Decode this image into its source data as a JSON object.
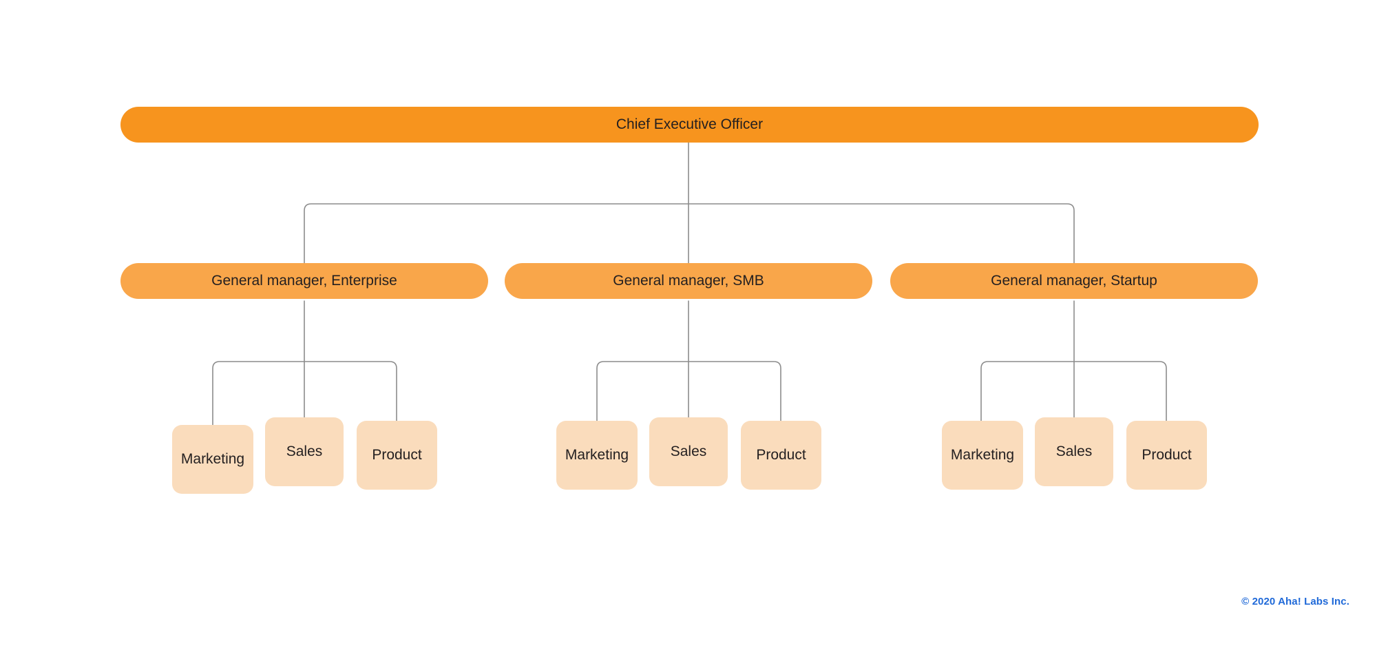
{
  "chart_data": {
    "type": "diagram",
    "diagram_type": "org-chart",
    "title": "",
    "orientation": "top-down",
    "levels": 3,
    "colors": {
      "level0_fill": "#F7941E",
      "level1_fill": "#F9A64A",
      "level2_fill": "#FADCBC",
      "connector_stroke": "#8C8C8C",
      "text": "#231F20",
      "background": "#FFFFFF",
      "footer_text": "#1F69D8"
    },
    "nodes": [
      {
        "id": "ceo",
        "label": "Chief Executive Officer",
        "level": 0,
        "parent": null
      },
      {
        "id": "gm-enterprise",
        "label": "General manager, Enterprise",
        "level": 1,
        "parent": "ceo"
      },
      {
        "id": "gm-smb",
        "label": "General manager, SMB",
        "level": 1,
        "parent": "ceo"
      },
      {
        "id": "gm-startup",
        "label": "General manager, Startup",
        "level": 1,
        "parent": "ceo"
      },
      {
        "id": "ent-marketing",
        "label": "Marketing",
        "level": 2,
        "parent": "gm-enterprise"
      },
      {
        "id": "ent-sales",
        "label": "Sales",
        "level": 2,
        "parent": "gm-enterprise"
      },
      {
        "id": "ent-product",
        "label": "Product",
        "level": 2,
        "parent": "gm-enterprise"
      },
      {
        "id": "smb-marketing",
        "label": "Marketing",
        "level": 2,
        "parent": "gm-smb"
      },
      {
        "id": "smb-sales",
        "label": "Sales",
        "level": 2,
        "parent": "gm-smb"
      },
      {
        "id": "smb-product",
        "label": "Product",
        "level": 2,
        "parent": "gm-smb"
      },
      {
        "id": "sta-marketing",
        "label": "Marketing",
        "level": 2,
        "parent": "gm-startup"
      },
      {
        "id": "sta-sales",
        "label": "Sales",
        "level": 2,
        "parent": "gm-startup"
      },
      {
        "id": "sta-product",
        "label": "Product",
        "level": 2,
        "parent": "gm-startup"
      }
    ]
  },
  "chart": {
    "ceo": {
      "label": "Chief Executive Officer"
    },
    "managers": [
      {
        "label": "General manager, Enterprise"
      },
      {
        "label": "General manager, SMB"
      },
      {
        "label": "General manager, Startup"
      }
    ],
    "enterprise_team": [
      {
        "label": "Marketing"
      },
      {
        "label": "Sales"
      },
      {
        "label": "Product"
      }
    ],
    "smb_team": [
      {
        "label": "Marketing"
      },
      {
        "label": "Sales"
      },
      {
        "label": "Product"
      }
    ],
    "startup_team": [
      {
        "label": "Marketing"
      },
      {
        "label": "Sales"
      },
      {
        "label": "Product"
      }
    ]
  },
  "footer": {
    "copyright": "© 2020 Aha! Labs Inc."
  }
}
